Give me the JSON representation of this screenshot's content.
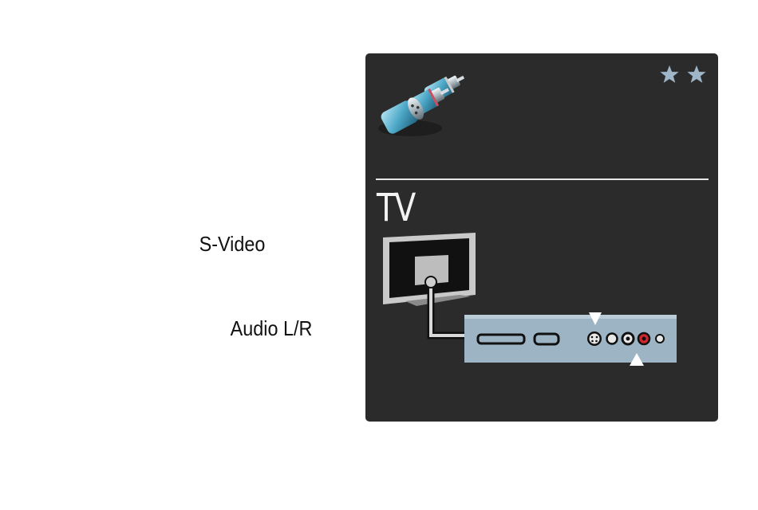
{
  "card": {
    "heading": "TV",
    "stars": 2,
    "icon": "rca-connectors-icon"
  },
  "labels": {
    "svideo": "S-Video",
    "audio": "Audio L/R"
  },
  "colors": {
    "card_background": "#2b2b2b",
    "panel": "#9cb4c4",
    "audio_right": "#d3262e",
    "star": "#9fb6c9",
    "connector": "#6fb9d2"
  }
}
